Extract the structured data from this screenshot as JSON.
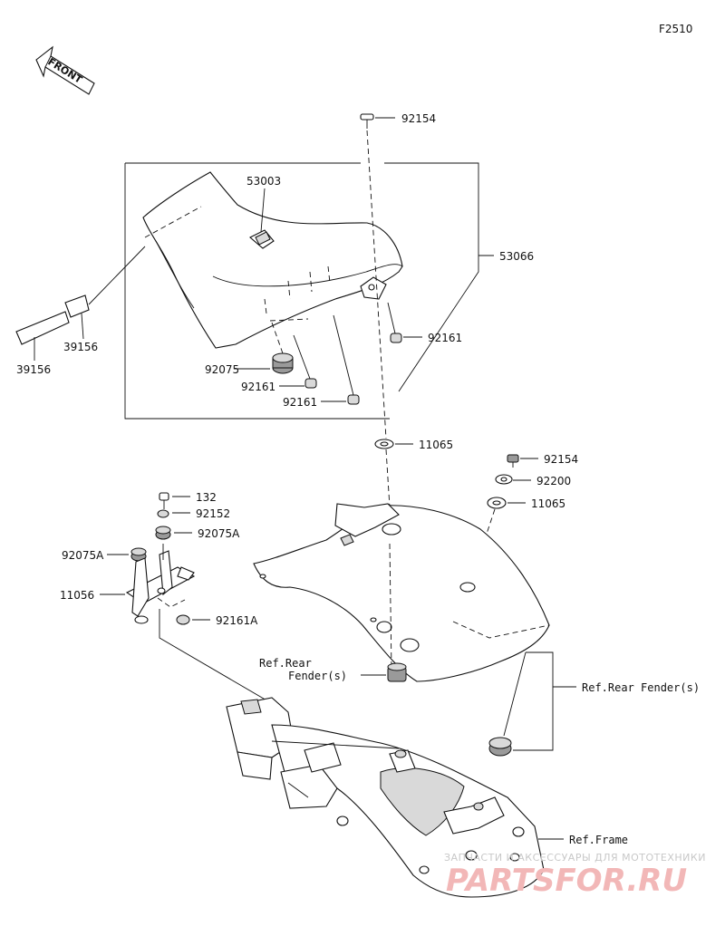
{
  "diagram": {
    "code": "F2510",
    "front_label": "FRONT",
    "parts": {
      "p92154_top": "92154",
      "p53003": "53003",
      "p53066": "53066",
      "p92161_a": "92161",
      "p39156_a": "39156",
      "p39156_b": "39156",
      "p92075": "92075",
      "p92161_b": "92161",
      "p92161_c": "92161",
      "p11065_a": "11065",
      "p92154_b": "92154",
      "p92200": "92200",
      "p11065_b": "11065",
      "p132": "132",
      "p92152": "92152",
      "p92075A_a": "92075A",
      "p92075A_b": "92075A",
      "p11056": "11056",
      "p92161A": "92161A"
    },
    "refs": {
      "rear_fender_left_1": "Ref.Rear",
      "rear_fender_left_2": "Fender(s)",
      "rear_fender_right": "Ref.Rear Fender(s)",
      "frame": "Ref.Frame"
    },
    "watermark": {
      "tagline": "ЗАПЧАСТИ И АКСЕССУАРЫ ДЛЯ МОТОТЕХНИКИ",
      "brand": "PARTSFOR.RU"
    }
  }
}
